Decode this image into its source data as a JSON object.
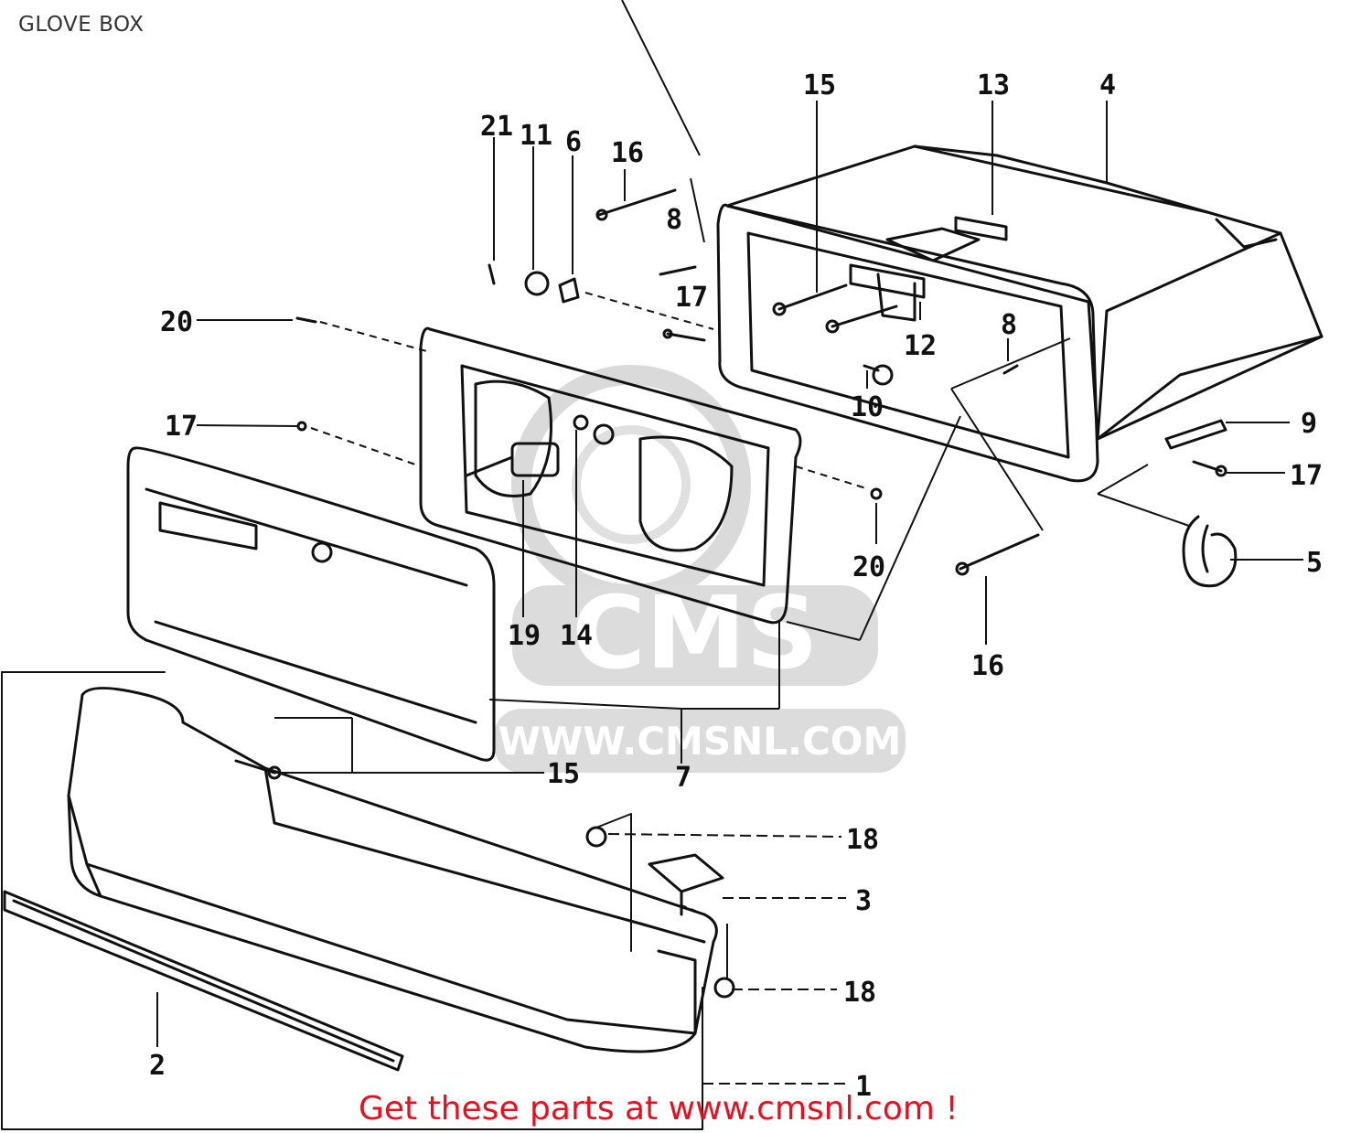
{
  "title": "GLOVE BOX",
  "watermark": {
    "logo_text": "CMS",
    "site": "WWW.CMSNL.COM"
  },
  "footer": {
    "promo": "Get these parts at www.cmsnl.com !",
    "promo_color": "#e8101f"
  },
  "part_labels": [
    "21",
    "11",
    "6",
    "16",
    "8",
    "15",
    "13",
    "4",
    "20",
    "17",
    "17",
    "12",
    "8",
    "10",
    "9",
    "17",
    "20",
    "19",
    "14",
    "5",
    "16",
    "15",
    "7",
    "18",
    "3",
    "18",
    "2",
    "1"
  ],
  "colors": {
    "line": "#111111",
    "watermark": "#c8c8c8",
    "title": "#333333"
  }
}
